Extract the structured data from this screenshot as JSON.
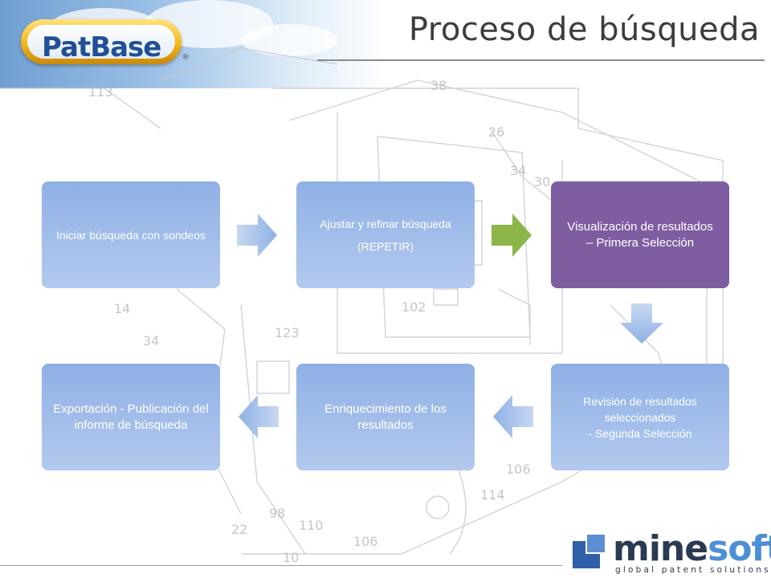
{
  "header": {
    "title": "Proceso de búsqueda",
    "logo_text": "PatBase",
    "logo_reg": "®"
  },
  "steps": [
    {
      "text": "Iniciar búsqueda con sondeos"
    },
    {
      "text": "Ajustar y refinar búsqueda",
      "sub": "(REPETIR)"
    },
    {
      "text": "Visualización de resultados\n– Primera Selección"
    },
    {
      "text": "Revisión de resultados seleccionados\n- Segunda Selección"
    },
    {
      "text": "Enriquecimiento de los resultados"
    },
    {
      "text": "Exportación - Publicación del informe de búsqueda"
    }
  ],
  "footer": {
    "brand_mine": "mine",
    "brand_soft": "soft",
    "tagline": "global patent solutions"
  },
  "colors": {
    "box_blue": "#9fbdea",
    "box_purple": "#7e5ea1",
    "arrow_green": "#8cb64a",
    "arrow_blue": "#8fb0e5"
  }
}
